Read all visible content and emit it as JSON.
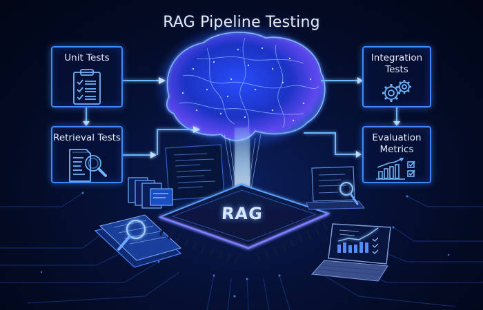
{
  "title": "RAG Pipeline Testing",
  "center": {
    "brain_icon": "neural-brain-icon",
    "chip_label": "RAG"
  },
  "boxes": {
    "unit_tests": {
      "label": "Unit Tests",
      "icon": "clipboard-checklist-icon"
    },
    "retrieval_tests": {
      "label": "Retrieval Tests",
      "icon": "document-magnifier-icon"
    },
    "integration_tests": {
      "label_line1": "Integration",
      "label_line2": "Tests",
      "icon": "gears-icon"
    },
    "evaluation_metrics": {
      "label_line1": "Evaluation",
      "label_line2": "Metrics",
      "icon": "bar-chart-checks-icon"
    }
  },
  "colors": {
    "background": "#030a22",
    "accent": "#3d8bff",
    "glow": "#7fb8ff",
    "brain_purple": "#8a5cff",
    "text": "#e6ecff"
  }
}
